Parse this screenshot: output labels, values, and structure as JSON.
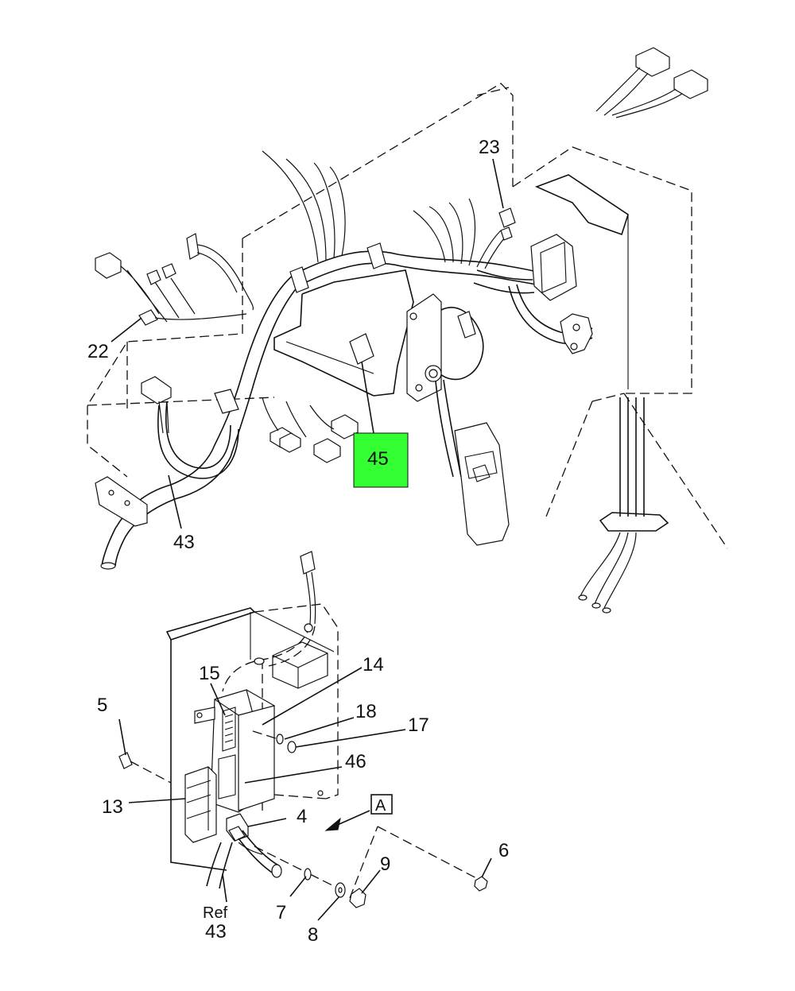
{
  "callouts": {
    "c23": "23",
    "c22": "22",
    "c45": "45",
    "c43": "43",
    "c15": "15",
    "c14": "14",
    "c5": "5",
    "c18": "18",
    "c17": "17",
    "c46": "46",
    "c13": "13",
    "c4": "4",
    "cA": "A",
    "c6": "6",
    "c9": "9",
    "c7": "7",
    "c8": "8",
    "ref_label": "Ref",
    "ref_num": "43"
  },
  "colors": {
    "highlight": "#33ff33"
  }
}
